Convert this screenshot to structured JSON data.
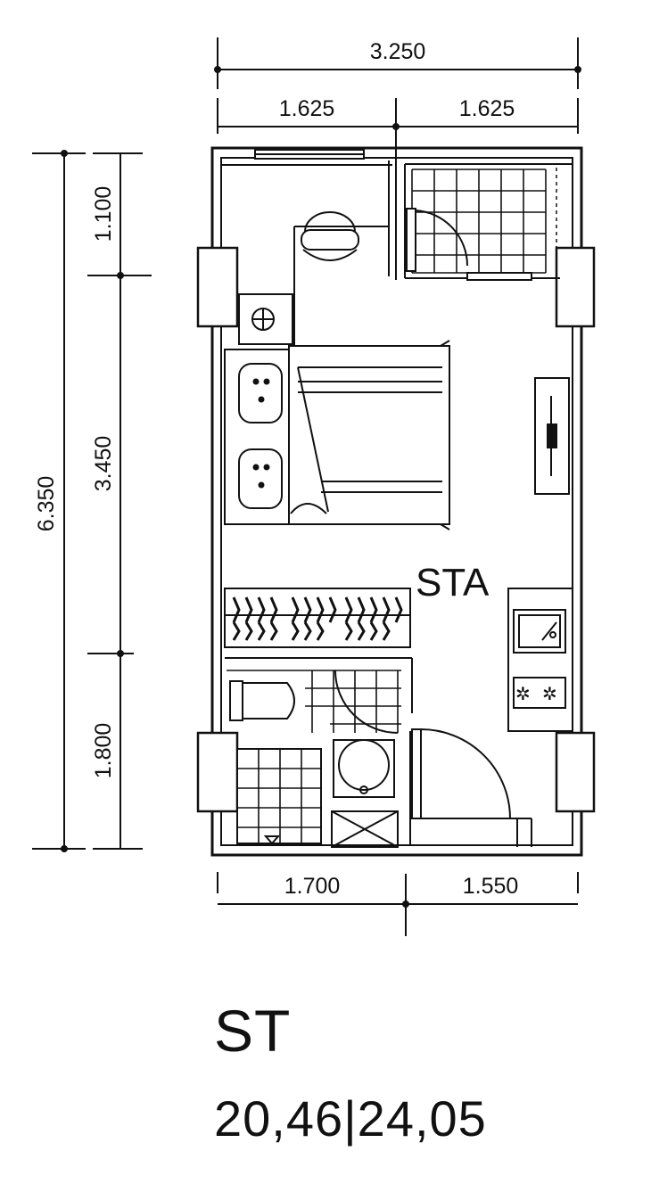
{
  "dimensions": {
    "overall_width": "3.250",
    "top_left": "1.625",
    "top_right": "1.625",
    "bottom_left": "1.700",
    "bottom_right": "1.550",
    "overall_height": "6.350",
    "left_top": "1.100",
    "left_middle": "3.450",
    "left_bottom": "1.800"
  },
  "room_label": "STA",
  "unit": {
    "type": "ST",
    "area": "20,46|24,05"
  }
}
